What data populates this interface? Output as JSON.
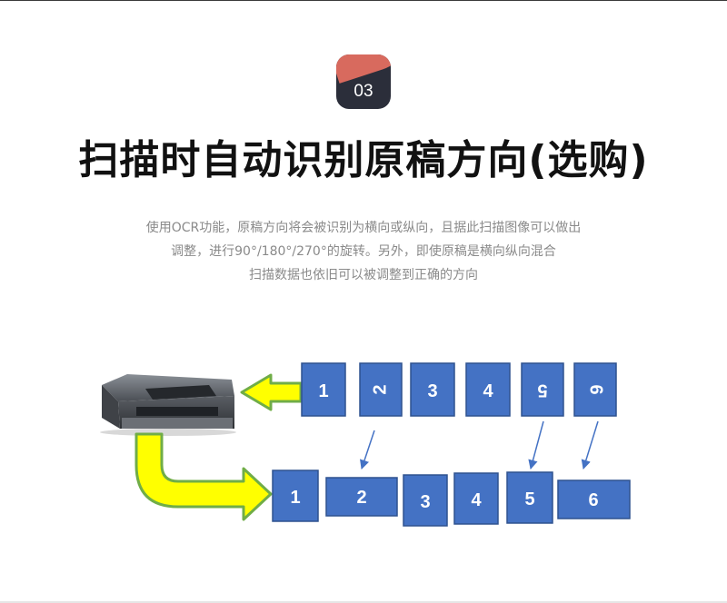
{
  "section": {
    "number": "03"
  },
  "title": "扫描时自动识别原稿方向(选购)",
  "description": {
    "line1": "使用OCR功能，原稿方向将会被识别为横向或纵向，且据此扫描图像可以做出",
    "line2": "调整，进行90°/180°/270°的旋转。另外，即使原稿是横向纵向混合",
    "line3": "扫描数据也依旧可以被调整到正确的方向"
  },
  "diagram": {
    "input_pages": [
      "1",
      "2",
      "3",
      "4",
      "5",
      "6"
    ],
    "output_pages": [
      "1",
      "2",
      "3",
      "4",
      "5",
      "6"
    ],
    "colors": {
      "page_fill": "#4472c4",
      "arrow_fill": "#ffff00",
      "arrow_stroke": "#70ad47"
    }
  }
}
